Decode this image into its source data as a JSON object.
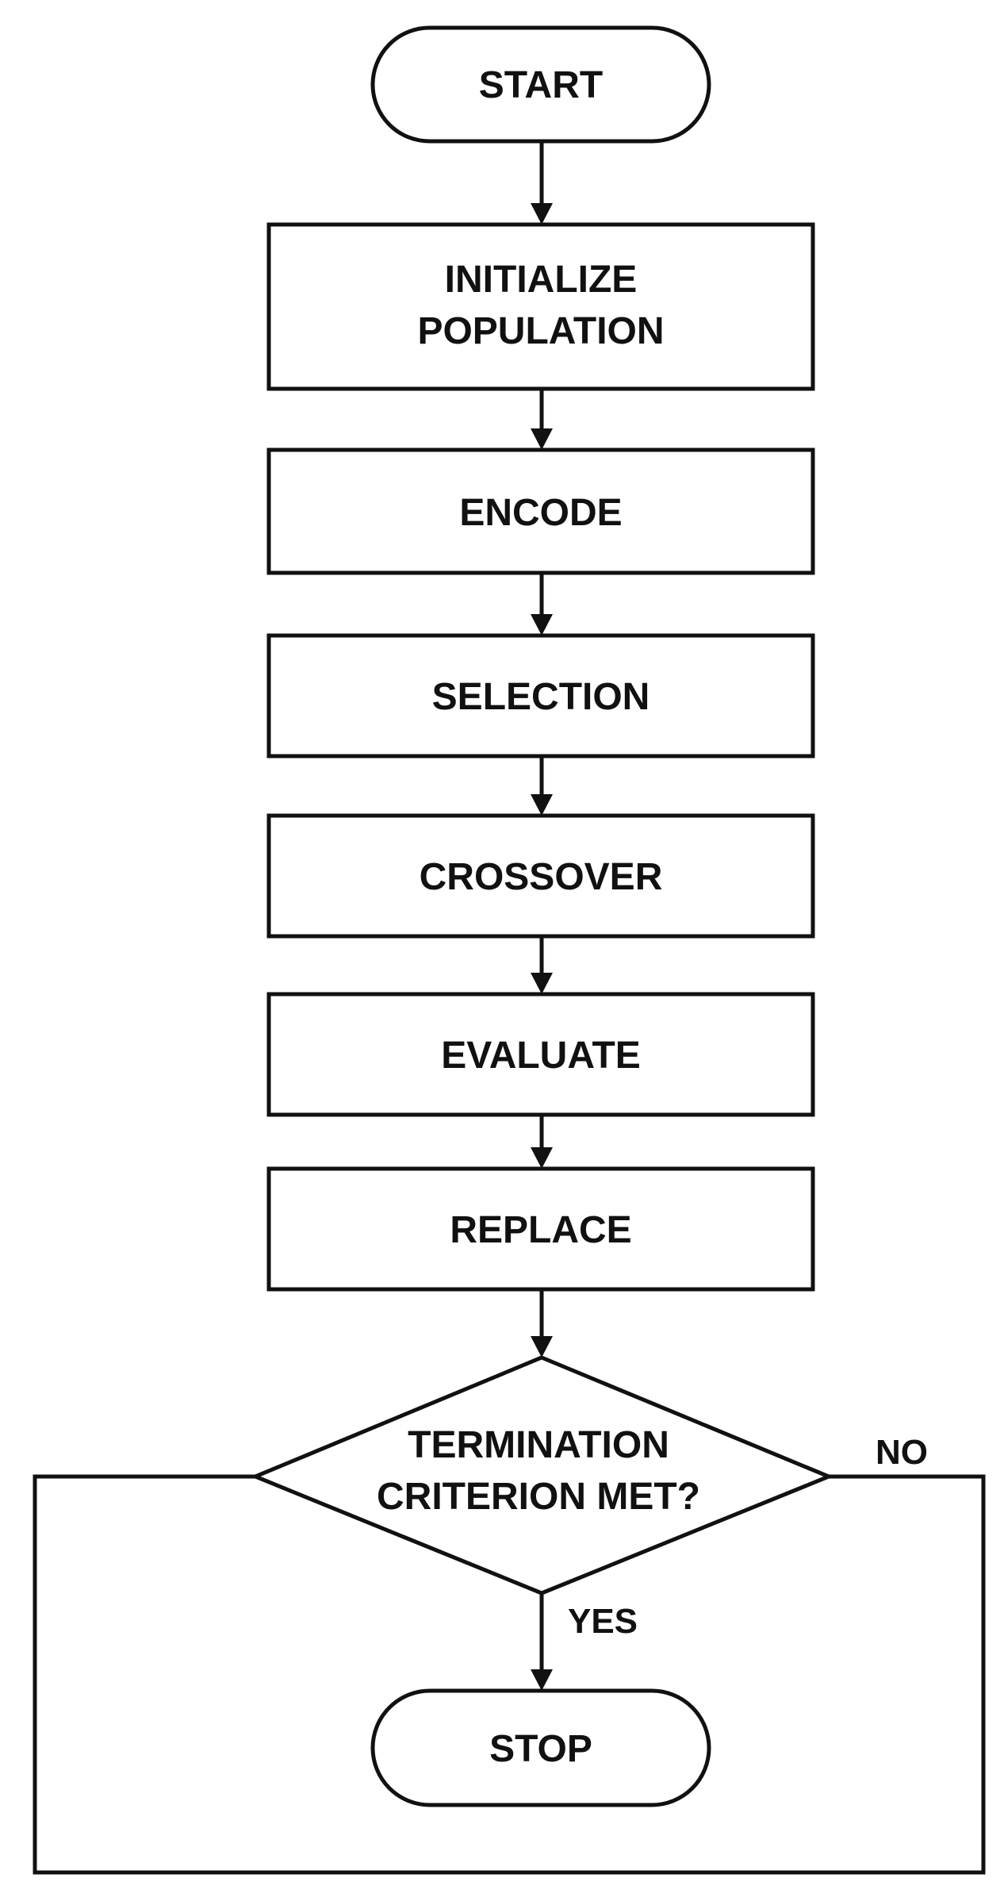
{
  "diagram": {
    "type": "flowchart",
    "nodes": {
      "start": {
        "shape": "terminal",
        "lines": [
          "START"
        ]
      },
      "initialize": {
        "shape": "process",
        "lines": [
          "INITIALIZE",
          "POPULATION"
        ]
      },
      "encode": {
        "shape": "process",
        "lines": [
          "ENCODE"
        ]
      },
      "selection": {
        "shape": "process",
        "lines": [
          "SELECTION"
        ]
      },
      "crossover": {
        "shape": "process",
        "lines": [
          "CROSSOVER"
        ]
      },
      "evaluate": {
        "shape": "process",
        "lines": [
          "EVALUATE"
        ]
      },
      "replace": {
        "shape": "process",
        "lines": [
          "REPLACE"
        ]
      },
      "decision": {
        "shape": "decision",
        "lines": [
          "TERMINATION",
          "CRITERION MET?"
        ]
      },
      "stop": {
        "shape": "terminal",
        "lines": [
          "STOP"
        ]
      }
    },
    "edges": [
      {
        "from": "start",
        "to": "initialize"
      },
      {
        "from": "initialize",
        "to": "encode"
      },
      {
        "from": "encode",
        "to": "selection"
      },
      {
        "from": "selection",
        "to": "crossover"
      },
      {
        "from": "crossover",
        "to": "evaluate"
      },
      {
        "from": "evaluate",
        "to": "replace"
      },
      {
        "from": "replace",
        "to": "decision"
      },
      {
        "from": "decision",
        "to": "stop",
        "label": "YES"
      },
      {
        "from": "decision",
        "to": "decision",
        "label": "NO",
        "note": "loop line around the STOP box"
      }
    ],
    "labels": {
      "yes": "YES",
      "no": "NO"
    },
    "colors": {
      "stroke": "#111111",
      "fill": "#ffffff",
      "text": "#111111"
    }
  }
}
